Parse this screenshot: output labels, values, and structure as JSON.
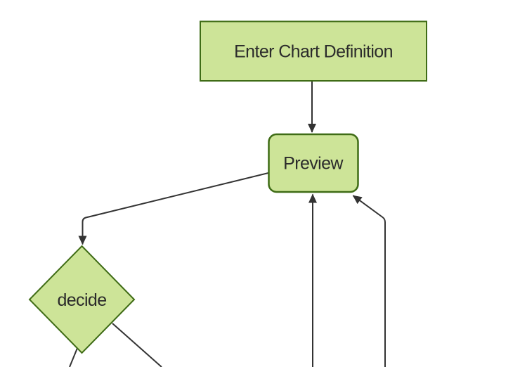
{
  "diagram": {
    "type": "flowchart",
    "orientation": "top-down",
    "nodes": [
      {
        "id": "enter-chart-definition",
        "label": "Enter Chart Definition",
        "shape": "rectangle"
      },
      {
        "id": "preview",
        "label": "Preview",
        "shape": "rounded-rectangle"
      },
      {
        "id": "decide",
        "label": "decide",
        "shape": "diamond"
      }
    ],
    "edges": [
      {
        "from": "enter-chart-definition",
        "to": "preview",
        "arrowhead": true
      },
      {
        "from": "preview",
        "to": "decide",
        "arrowhead": true
      },
      {
        "from": "offscreen-bottom",
        "to": "preview",
        "arrowhead": true
      },
      {
        "from": "offscreen-bottom-right",
        "to": "preview",
        "arrowhead": true
      },
      {
        "from": "decide",
        "to": "offscreen-bottom-left",
        "arrowhead": false
      },
      {
        "from": "decide",
        "to": "offscreen-bottom-right",
        "arrowhead": false
      }
    ]
  },
  "colors": {
    "node_fill": "#cde498",
    "node_border": "#3f6c16",
    "edge_stroke": "#333333",
    "label_text": "#2b2b2b",
    "background": "#ffffff"
  }
}
